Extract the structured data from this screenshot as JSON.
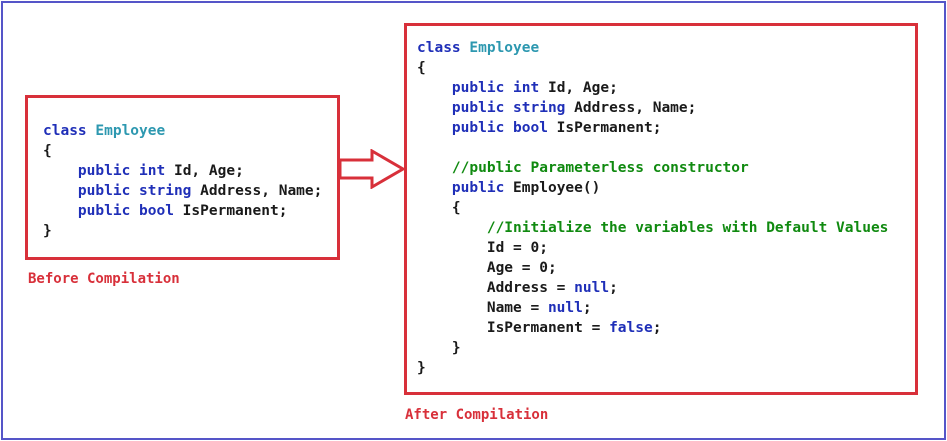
{
  "colors": {
    "frame_border": "#5555c8",
    "box_border": "#d8303a",
    "keyword": "#1f2fb8",
    "type_name": "#2d98b0",
    "comment": "#108a10",
    "caption": "#d8303a"
  },
  "before": {
    "caption": "Before Compilation",
    "lines": [
      [
        {
          "t": "class ",
          "k": "kw"
        },
        {
          "t": "Employee",
          "k": "ty"
        }
      ],
      [
        {
          "t": "{",
          "k": ""
        }
      ],
      [
        {
          "t": "    ",
          "k": ""
        },
        {
          "t": "public int",
          "k": "kw"
        },
        {
          "t": " Id, Age;",
          "k": ""
        }
      ],
      [
        {
          "t": "    ",
          "k": ""
        },
        {
          "t": "public string",
          "k": "kw"
        },
        {
          "t": " Address, Name;",
          "k": ""
        }
      ],
      [
        {
          "t": "    ",
          "k": ""
        },
        {
          "t": "public bool",
          "k": "kw"
        },
        {
          "t": " IsPermanent;",
          "k": ""
        }
      ],
      [
        {
          "t": "}",
          "k": ""
        }
      ]
    ]
  },
  "after": {
    "caption": "After Compilation",
    "lines": [
      [
        {
          "t": "class ",
          "k": "kw"
        },
        {
          "t": "Employee",
          "k": "ty"
        }
      ],
      [
        {
          "t": "{",
          "k": ""
        }
      ],
      [
        {
          "t": "    ",
          "k": ""
        },
        {
          "t": "public int",
          "k": "kw"
        },
        {
          "t": " Id, Age;",
          "k": ""
        }
      ],
      [
        {
          "t": "    ",
          "k": ""
        },
        {
          "t": "public string",
          "k": "kw"
        },
        {
          "t": " Address, Name;",
          "k": ""
        }
      ],
      [
        {
          "t": "    ",
          "k": ""
        },
        {
          "t": "public bool",
          "k": "kw"
        },
        {
          "t": " IsPermanent;",
          "k": ""
        }
      ],
      [
        {
          "t": "",
          "k": ""
        }
      ],
      [
        {
          "t": "    ",
          "k": ""
        },
        {
          "t": "//public Parameterless constructor",
          "k": "cm"
        }
      ],
      [
        {
          "t": "    ",
          "k": ""
        },
        {
          "t": "public",
          "k": "kw"
        },
        {
          "t": " Employee()",
          "k": ""
        }
      ],
      [
        {
          "t": "    {",
          "k": ""
        }
      ],
      [
        {
          "t": "        ",
          "k": ""
        },
        {
          "t": "//Initialize the variables with Default Values",
          "k": "cm"
        }
      ],
      [
        {
          "t": "        Id = 0;",
          "k": ""
        }
      ],
      [
        {
          "t": "        Age = 0;",
          "k": ""
        }
      ],
      [
        {
          "t": "        Address = ",
          "k": ""
        },
        {
          "t": "null",
          "k": "kw"
        },
        {
          "t": ";",
          "k": ""
        }
      ],
      [
        {
          "t": "        Name = ",
          "k": ""
        },
        {
          "t": "null",
          "k": "kw"
        },
        {
          "t": ";",
          "k": ""
        }
      ],
      [
        {
          "t": "        IsPermanent = ",
          "k": ""
        },
        {
          "t": "false",
          "k": "kw"
        },
        {
          "t": ";",
          "k": ""
        }
      ],
      [
        {
          "t": "    }",
          "k": ""
        }
      ],
      [
        {
          "t": "}",
          "k": ""
        }
      ]
    ]
  },
  "arrow_icon": "right-arrow-icon"
}
